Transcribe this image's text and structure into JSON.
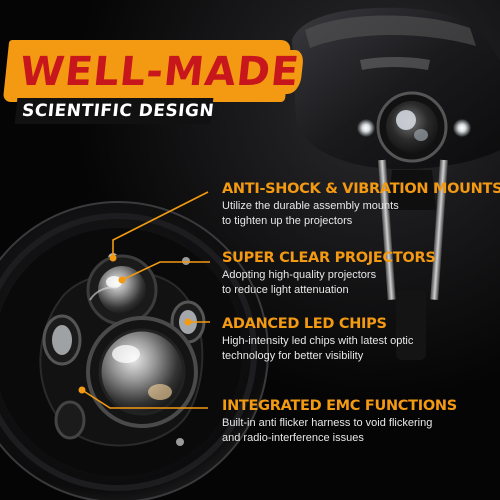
{
  "headline": {
    "title": "WELL-MADE",
    "subtitle": "SCIENTIFIC DESIGN"
  },
  "features": [
    {
      "title": "ANTI-SHOCK & VIBRATION MOUNTS",
      "desc_line1": "Utilize the durable assembly mounts",
      "desc_line2": "to tighten up the projectors"
    },
    {
      "title": "SUPER CLEAR PROJECTORS",
      "desc_line1": "Adopting high-quality projectors",
      "desc_line2": "to reduce light attenuation"
    },
    {
      "title": "ADANCED LED CHIPS",
      "desc_line1": "High-intensity led chips with latest optic",
      "desc_line2": "technology for better visibility"
    },
    {
      "title": "INTEGRATED EMC FUNCTIONS",
      "desc_line1": "Built-in anti flicker harness to void flickering",
      "desc_line2": "and radio-interference issues"
    }
  ],
  "colors": {
    "accent": "#f39a12",
    "title_red": "#c8161d",
    "background": "#060606"
  }
}
